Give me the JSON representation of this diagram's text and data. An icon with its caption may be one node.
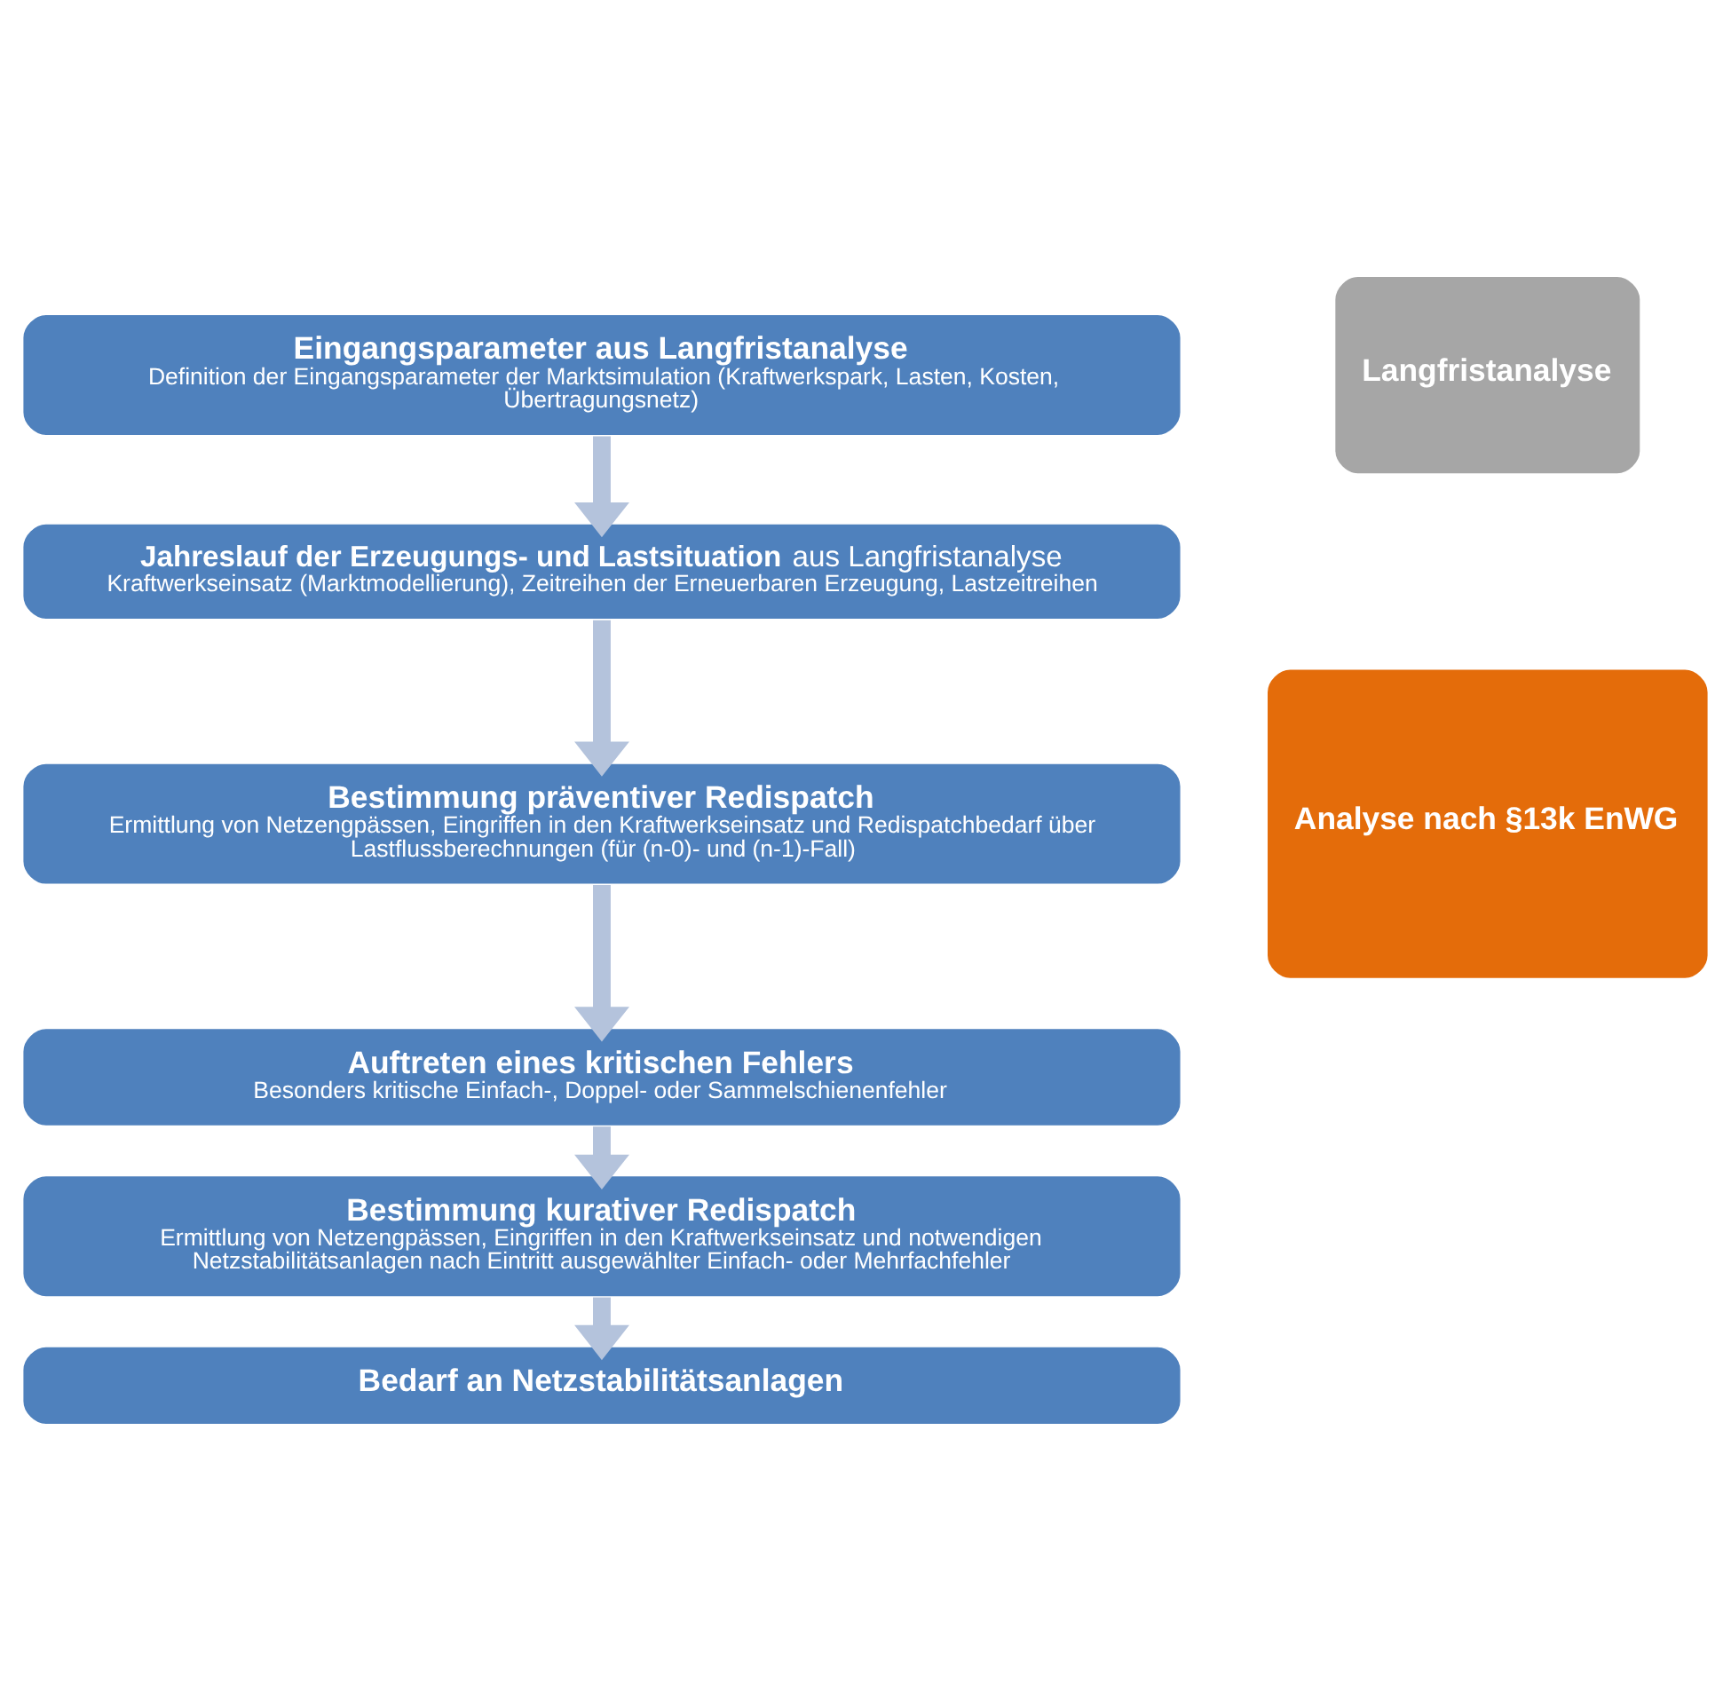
{
  "diagram": {
    "nodes": [
      {
        "text": [
          "Eingangsparameter aus Langfristanalyse",
          "Definition der Eingangsparameter der Marktsimulation (Kraftwerkspark, Lasten, Kosten, Übertragungsnetz)"
        ]
      },
      {
        "text": [
          "**Jahreslauf der Erzeugungs- und Lastsituation** aus Langfristanalyse",
          "Kraftwerkseinsatz (Marktmodellierung), Zeitreihen der Erneuerbaren Erzeugung, Lastzeitreihen"
        ]
      },
      {
        "text": [
          "Bestimmung präventiver Redispatch",
          "Ermittlung von Netzengpässen, Eingriffen in den Kraftwerkseinsatz und Redispatchbedarf über Lastflussberechnungen (für (n-0)- und (n-1)-Fall)"
        ]
      },
      {
        "text": [
          "Auftreten eines kritischen Fehlers",
          "Besonders kritische Einfach-, Doppel- oder Sammelschienenfehler"
        ]
      },
      {
        "text": [
          "Bestimmung kurativer Redispatch",
          "Ermittlung von Netzengpässen, Eingriffen in den Kraftwerkseinsatz und notwendigen Netzstabilitätsanlagen nach Eintritt ausgewählter Einfach- oder Mehrfachfehler"
        ]
      },
      {
        "text": [
          "Bedarf an Netzstabilitätsanlagen"
        ]
      },
      {
        "text": [
          "Langfristanalyse"
        ]
      },
      {
        "text": [
          "Analyse nach §13k EnWG"
        ]
      }
    ],
    "edges": [
      {
        "from": 0,
        "to": 1,
        "arrow": "to"
      },
      {
        "from": 1,
        "to": 2,
        "arrow": "to"
      },
      {
        "from": 2,
        "to": 3,
        "arrow": "to"
      },
      {
        "from": 3,
        "to": 4,
        "arrow": "to"
      },
      {
        "from": 4,
        "to": 5,
        "arrow": "to"
      }
    ]
  }
}
